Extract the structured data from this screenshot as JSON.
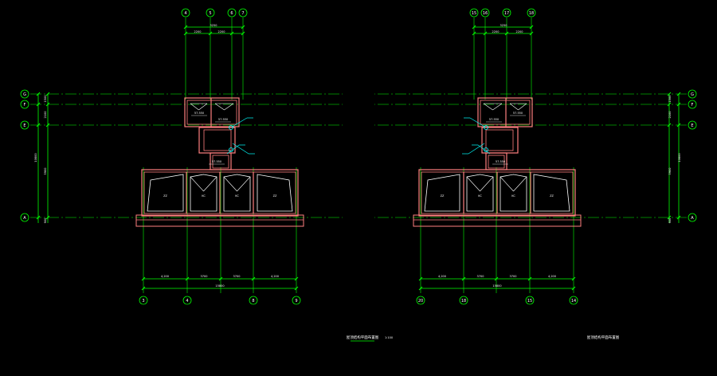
{
  "drawing": {
    "background": "#000000",
    "colors": {
      "grid": "#00ff00",
      "wall": "#ff7f7f",
      "room": "#ffffff",
      "annotation": "#00ffff",
      "text": "#ffffff"
    },
    "left_plan": {
      "top_axes": [
        "4",
        "5",
        "6",
        "7"
      ],
      "bottom_axes": [
        "3",
        "4",
        "8",
        "9"
      ],
      "side_axes": [
        "G",
        "F",
        "E",
        "A"
      ],
      "top_dims": [
        "2200",
        "2200"
      ],
      "top_total": "3250",
      "side_dims": [
        "1500",
        "2100",
        "5900",
        "900"
      ],
      "side_total": "10800",
      "bottom_dims": [
        "4,200",
        "3700",
        "3700",
        "4,200"
      ],
      "bottom_total": "15800",
      "elevations": [
        "57.550",
        "57.550",
        "57.550"
      ],
      "room_labels": [
        "ZZ",
        "KC",
        "KC",
        "ZZ"
      ],
      "title": "屋顶结构平面布置图",
      "scale": "1:100"
    },
    "right_plan": {
      "top_axes": [
        "18",
        "17",
        "16",
        "15"
      ],
      "bottom_axes": [
        "14",
        "15",
        "18",
        "20"
      ],
      "side_axes": [
        "G",
        "F",
        "E",
        "A"
      ],
      "top_dims": [
        "2200",
        "2200"
      ],
      "top_total": "3250",
      "side_dims": [
        "1500",
        "2100",
        "5900",
        "900"
      ],
      "side_total": "10800",
      "bottom_dims": [
        "4,200",
        "3700",
        "3700",
        "4,200"
      ],
      "bottom_total": "15800",
      "elevations": [
        "57.550",
        "57.550",
        "57.550"
      ],
      "room_labels": [
        "ZZ",
        "KC",
        "KC",
        "ZZ"
      ],
      "title": "屋顶结构平面布置图"
    }
  }
}
